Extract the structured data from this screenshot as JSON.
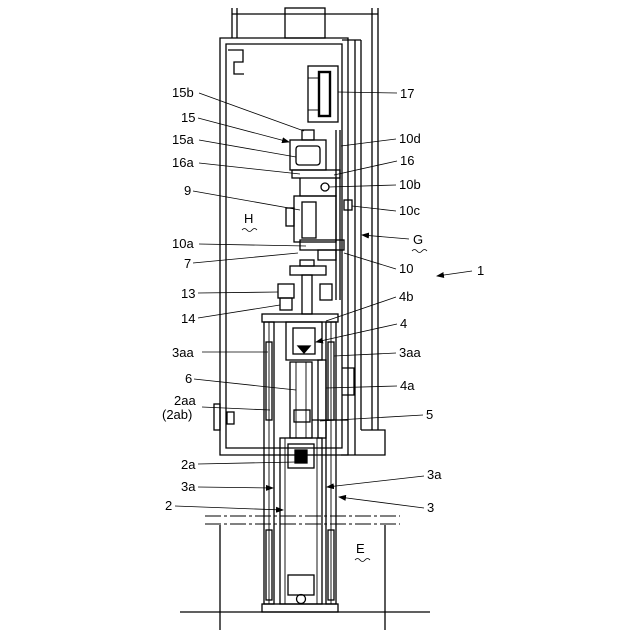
{
  "callouts": {
    "c15b": "15b",
    "c15": "15",
    "c15a": "15a",
    "c16a": "16a",
    "c9": "9",
    "cH": "H",
    "c10a": "10a",
    "c7": "7",
    "c13": "13",
    "c14": "14",
    "c3aa_left": "3aa",
    "c6": "6",
    "c2aa": "2aa",
    "c2ab": "(2ab)",
    "c2a": "2a",
    "c3a_left": "3a",
    "c2": "2",
    "c17": "17",
    "c10d": "10d",
    "c16": "16",
    "c10b": "10b",
    "c10c": "10c",
    "cG": "G",
    "c10": "10",
    "c1": "1",
    "c4b": "4b",
    "c4": "4",
    "c3aa_right": "3aa",
    "c4a": "4a",
    "c5": "5",
    "c3a_right": "3a",
    "c3": "3",
    "cE": "E"
  }
}
